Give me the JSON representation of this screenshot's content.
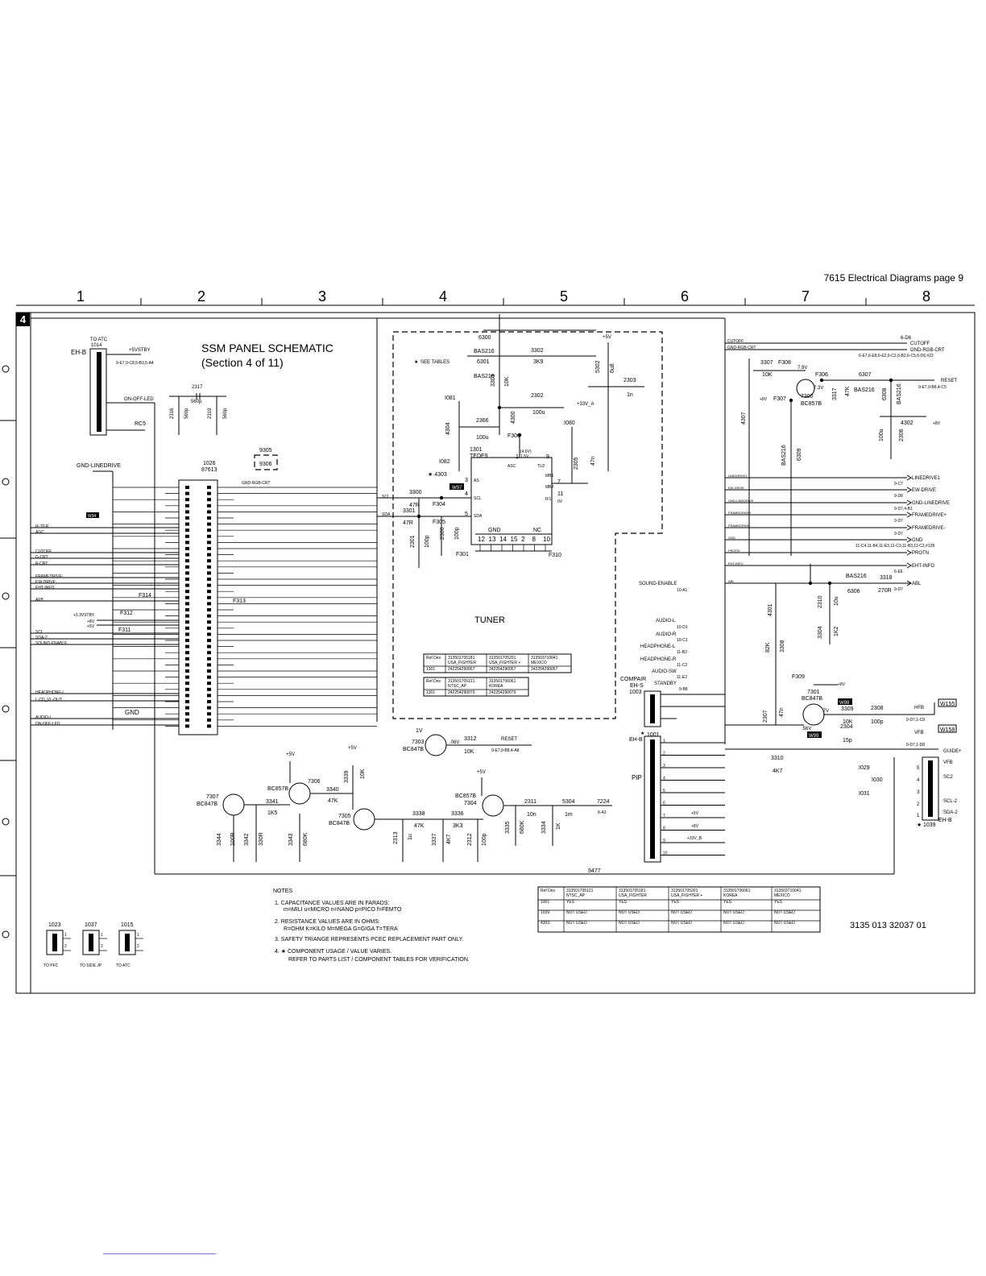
{
  "page_header": "7615 Electrical Diagrams page 9",
  "section_marker": "4",
  "grid_columns": [
    "1",
    "2",
    "3",
    "4",
    "5",
    "6",
    "7",
    "8"
  ],
  "title_lines": [
    "SSM PANEL SCHEMATIC",
    "(Section 4 of 11)"
  ],
  "tuner": {
    "label": "TUNER",
    "ref": "1301",
    "part": "TEDE9",
    "see_tables": "SEE TABLES",
    "pins_top": [
      "ASC",
      "TU2",
      "MB1",
      "MB2",
      "IF1"
    ],
    "pins_left": [
      "AS",
      "SCL",
      "SDA"
    ],
    "bottom_labels": [
      "GND",
      "NC"
    ],
    "bottom_pins": [
      "12",
      "13",
      "14",
      "15",
      "2",
      "8",
      "10"
    ]
  },
  "ic": {
    "ref": "1026",
    "part": "87613"
  },
  "tuner_table_1": {
    "headers": [
      "Ref Des",
      "313501705181\nUSA_FIGHTER",
      "313501705201\nUSA_FIGHTER +",
      "313503710041\nMEXICO"
    ],
    "rows": [
      [
        "1301",
        "242254290057",
        "242254290057",
        "242254290057"
      ]
    ]
  },
  "tuner_table_2": {
    "headers": [
      "Ref Des",
      "313501705121\nNTSC_AP",
      "313501706061\nKOREA"
    ],
    "rows": [
      [
        "1301",
        "242254290079",
        "242254290079"
      ]
    ]
  },
  "variant_table": {
    "headers": [
      "Ref Des",
      "313501705121\nNTSC_AP",
      "313501705181\nUSA_FIGHTER",
      "313501705201\nUSA_FIGHTER +",
      "313501706061\nKOREA",
      "313503710041\nMEXICO"
    ],
    "rows": [
      [
        "1001",
        "YES",
        "YES",
        "YES",
        "YES",
        "YES"
      ],
      [
        "1039",
        "NOT USED",
        "NOT USED",
        "NOT USED",
        "NOT USED",
        "NOT USED"
      ],
      [
        "4303",
        "NOT USED",
        "NOT USED",
        "NOT USED",
        "NOT USED",
        "NOT USED"
      ]
    ]
  },
  "notes": {
    "heading": "NOTES",
    "items": [
      "1.  CAPACITANCE VALUES ARE IN FARADS:",
      "m=MILI   u=MICRO   n=NANO   p=PICO   f=FEMTO",
      "2.  RESISTANCE VALUES ARE IN OHMS:",
      "R=OHM   K=KILO   M=MEGA   G=GIGA   T=TERA",
      "3.  SAFETY TRIANGE REPRESENTS PCEC REPLACEMENT PART ONLY.",
      "4.  ★ COMPONENT USAGE / VALUE VARIES.",
      "REFER TO PARTS LIST / COMPONENT TABLES FOR VERIFICATION."
    ]
  },
  "doc_number": "3135 013 32037 01",
  "connectors_bottom": [
    {
      "ref": "1023",
      "label": "TO PFC"
    },
    {
      "ref": "1037",
      "label": "TO SIDE JP"
    },
    {
      "ref": "1015",
      "label": "TO ATC"
    }
  ],
  "left_signals": [
    "TO ATC",
    "EH-B",
    "1014",
    "+5VSTBY",
    "9-E7,9-C8,5-B3,5-A4",
    "ON-OFF-LED",
    "RC5",
    "GND-LINEDRIVE",
    "GND"
  ],
  "right_signals": [
    "CUTOFF",
    "GND-RGB-CRT",
    "6-E7,6-E8,6-E2,6-C2,6-B2,6-C5,6-D6,#22",
    "RESET",
    "9-E7,9-B8,4-C5",
    "LINEDRIVE1",
    "EW-DRIVE",
    "GND-LINEDRIVE",
    "FRAMEDRIVE+",
    "FRAMEDRIVE-",
    "GND",
    "PROTN",
    "EHT-INFO",
    "ABL",
    "SOUND-ENABLE",
    "AUDIO-L",
    "AUDIO-R",
    "HEADPHONE-L",
    "HEADPHONE-R",
    "AUDIO-SW",
    "STANDBY",
    "COMPAIR",
    "EH-S",
    "1003",
    "EH-B",
    "1001",
    "PIP",
    "HFB",
    "VFB",
    "GUIDE+",
    "SC2",
    "SCL-2",
    "SDA-2",
    "1039",
    "W155",
    "W158"
  ],
  "components": [
    "6300 BAS216",
    "6301 BAS216",
    "3302 3K9",
    "3303 10K",
    "5302 6u8",
    "2303 1n",
    "2302 100u",
    "2366 100u",
    "4300",
    "4304",
    "F300",
    "I081",
    "I080",
    "I082",
    "3300 47R",
    "3301 47R",
    "F304",
    "F305",
    "F301",
    "F310",
    "2301 100p",
    "2300 100p",
    "2305 47n",
    "4303",
    "3307 10K",
    "F308",
    "F306",
    "F307",
    "7300 BC857B",
    "3317 47K",
    "6307 BAS216",
    "6308 BAS216",
    "4302",
    "2306 100u",
    "4307",
    "6309 BAS216",
    "2317 560p",
    "2316 560p",
    "2319 560p",
    "9305",
    "9306",
    "F312",
    "F311",
    "F313",
    "F314",
    "3318 270R",
    "6306 BAS216",
    "2310 10u",
    "4301",
    "3304 1K2",
    "3308 82K",
    "F309",
    "7301 BC847B",
    "3309 10K",
    "2304 15p",
    "2308 100p",
    "2307 47n",
    "3310 4K7",
    "7303 BC847B",
    "3312 10K",
    "7306 BC857B",
    "7307 BC847B",
    "7305 BC847B",
    "7304 BC857B",
    "3339 10K",
    "3340 47K",
    "3341 1K5",
    "3338 47K",
    "3336 3K3",
    "2311 10n",
    "5304 1m",
    "7224",
    "3344 100R",
    "3342 330R",
    "3343 680K",
    "2313 1u",
    "3337 4K7",
    "2312 100p",
    "3335 680K",
    "3334 1K",
    "9477",
    "I029",
    "I030",
    "I031"
  ],
  "voltages": [
    "7.9V",
    "7.3V",
    "0.6V",
    "7V",
    "5.6V",
    "(4.6V)",
    "1.5V",
    "+5V",
    "+8V",
    "+33V_A",
    "+33V_B"
  ]
}
